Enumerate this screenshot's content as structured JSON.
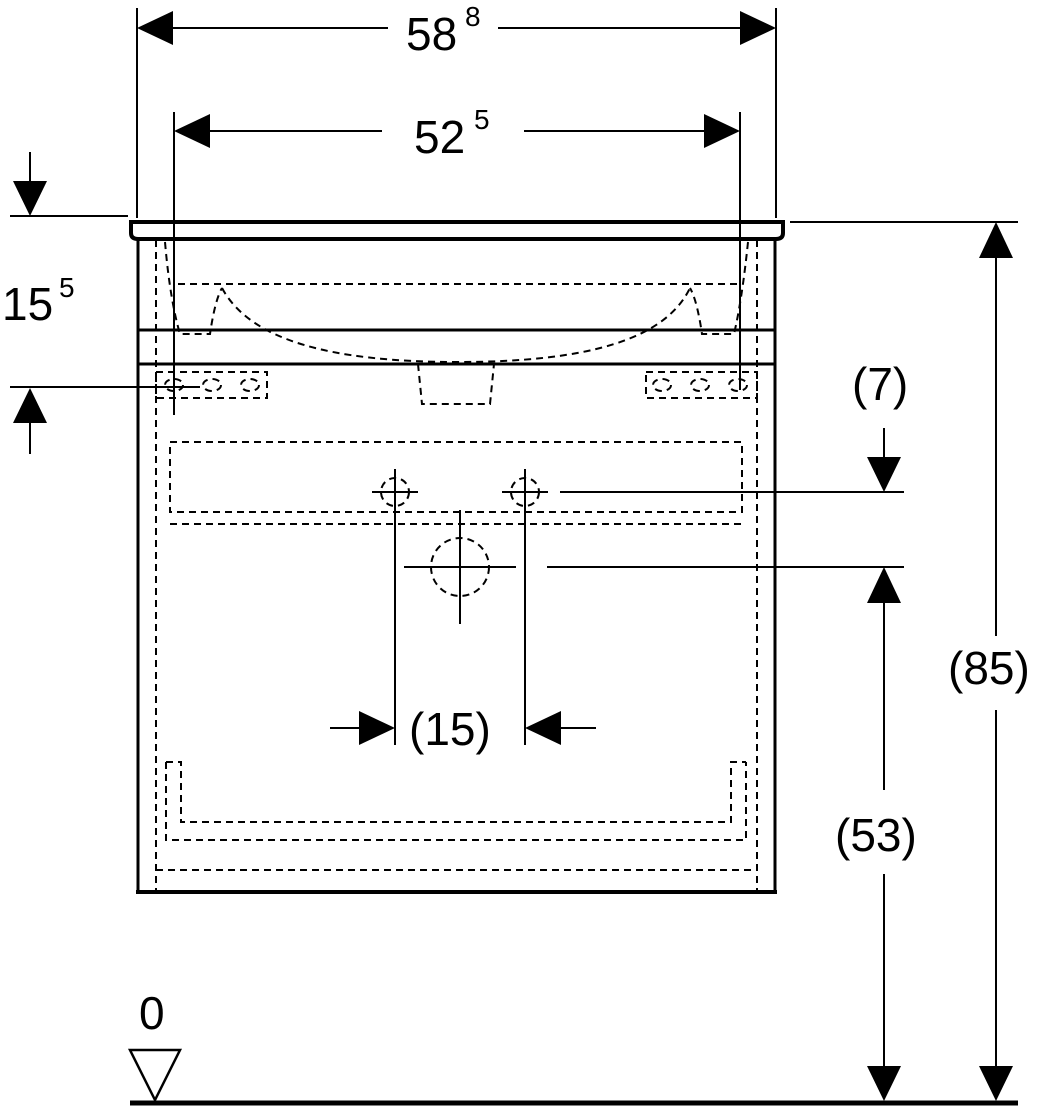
{
  "dimensions": {
    "width_outer": {
      "value": "58",
      "sup": "8"
    },
    "width_inner": {
      "value": "52",
      "sup": "5"
    },
    "top_thickness": {
      "value": "15",
      "sup": "5"
    },
    "drain_offset": "(7)",
    "tap_spacing": "(15)",
    "drain_height": "(53)",
    "total_height": "(85)",
    "floor_level": "0"
  },
  "colors": {
    "line": "#000000",
    "background": "#ffffff"
  }
}
